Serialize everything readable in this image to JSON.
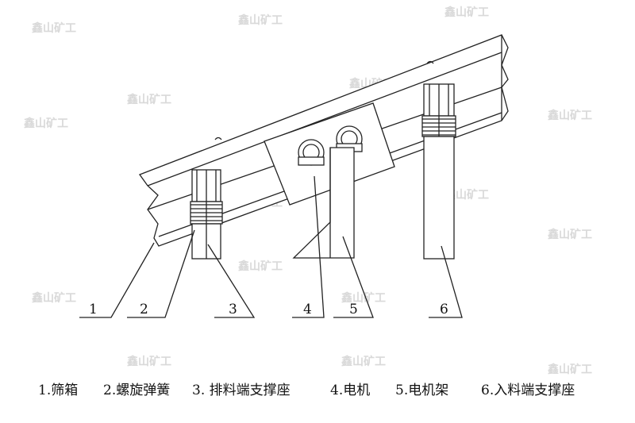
{
  "callouts": [
    {
      "id": "1",
      "label": "1"
    },
    {
      "id": "2",
      "label": "2"
    },
    {
      "id": "3",
      "label": "3"
    },
    {
      "id": "4",
      "label": "4"
    },
    {
      "id": "5",
      "label": "5"
    },
    {
      "id": "6",
      "label": "6"
    }
  ],
  "legend": [
    "1.筛箱",
    "2.螺旋弹簧",
    "3. 排料端支撑座",
    "4.电机",
    "5.电机架",
    "6.入料端支撑座"
  ],
  "watermark": "鑫山矿工"
}
